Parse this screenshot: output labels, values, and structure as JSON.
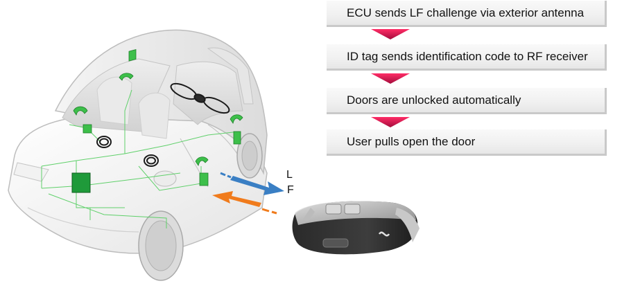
{
  "steps": [
    {
      "text": "ECU sends LF challenge via exterior antenna"
    },
    {
      "text": "ID tag sends identification code to RF receiver"
    },
    {
      "text": "Doors are unlocked automatically"
    },
    {
      "text": "User pulls open the door"
    }
  ],
  "signal_label": [
    "L",
    "F"
  ],
  "colors": {
    "step_bg": "#efefef",
    "flow_arrow": "#e0124f",
    "lf_arrow": "#3a7fc4",
    "rf_arrow": "#f07b1c",
    "antenna_green": "#3dbf4a",
    "ecu_green": "#1f9a3a"
  },
  "icons": [
    "car-illustration",
    "key-fob-image",
    "lf-signal-arrow",
    "rf-signal-arrow"
  ]
}
